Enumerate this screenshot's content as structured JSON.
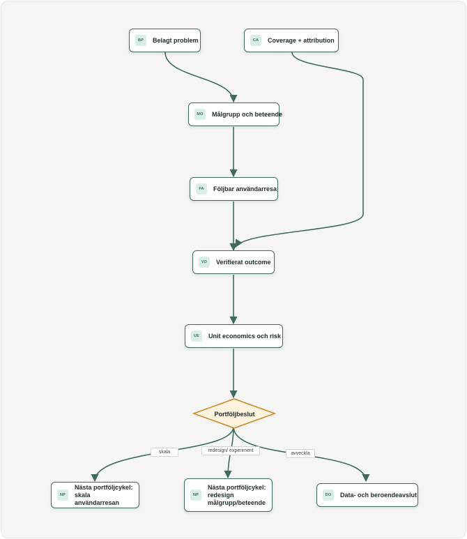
{
  "nodes": {
    "bp": {
      "badge": "BP",
      "label": "Belagt problem"
    },
    "ca": {
      "badge": "CA",
      "label": "Coverage + attribution"
    },
    "mo": {
      "badge": "MO",
      "label": "Målgrupp och beteende"
    },
    "fa": {
      "badge": "FA",
      "label": "Följbar användarresa"
    },
    "vo": {
      "badge": "VO",
      "label": "Verifierat outcome"
    },
    "ue": {
      "badge": "UE",
      "label": "Unit economics och risk"
    },
    "np1": {
      "badge": "NP",
      "label": "Nästa portföljcykel:\nskala användarresan"
    },
    "np2": {
      "badge": "NP",
      "label": "Nästa portföljcykel:\nredesign\nmålgrupp/beteende"
    },
    "do": {
      "badge": "DO",
      "label": "Data- och beroendeavslut"
    }
  },
  "decision": {
    "label": "Portföljbeslut"
  },
  "edge_labels": {
    "skala": "skala",
    "redesign": "redesign/ experiment",
    "avveckla": "avveckla"
  },
  "colors": {
    "edge": "#3f6b5c",
    "node_border": "#3f6b5c",
    "badge_bg": "#d9efe6",
    "decision_fill": "#fdf3df",
    "decision_border": "#c98a2e"
  }
}
